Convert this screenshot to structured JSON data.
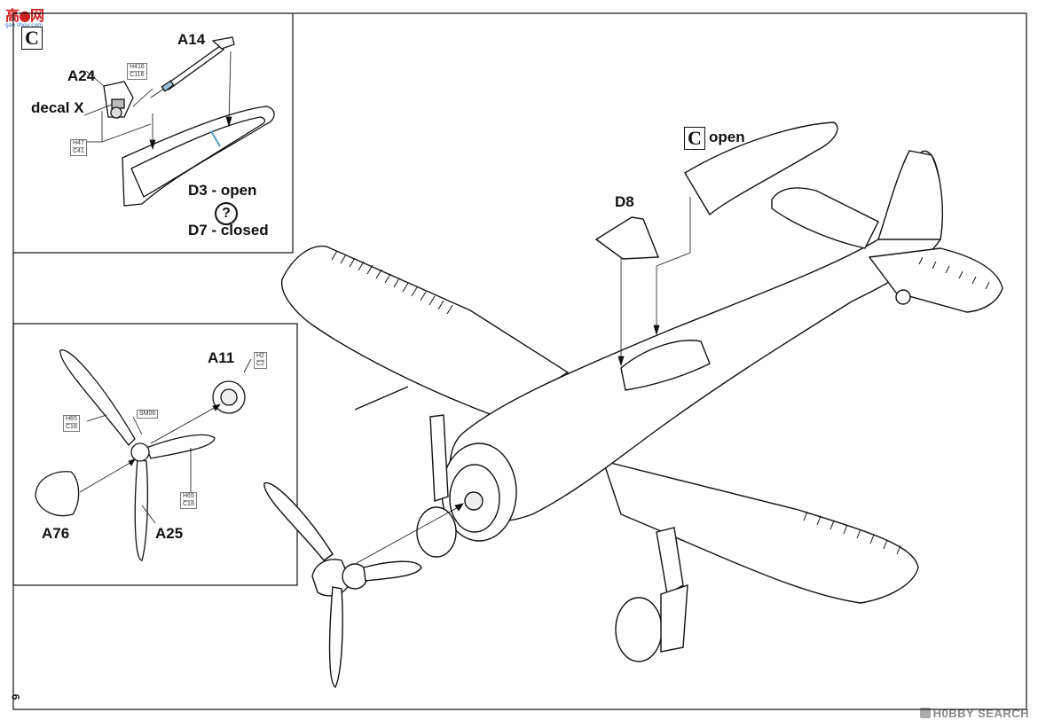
{
  "page": {
    "number": "6"
  },
  "logo": {
    "text": "高●网",
    "subtext": "gao.shou.com"
  },
  "watermark": {
    "text": "H0BBY SEARCH"
  },
  "canopy_panel": {
    "assembly_letter": "C",
    "labels": {
      "a14": "A14",
      "a24": "A24",
      "decal": "decal X",
      "d3": "D3 - open",
      "d7": "D7 - closed"
    },
    "question_mark": "?",
    "paint_codes": {
      "a14": [
        "H416",
        "C116"
      ],
      "a24": [
        "H47",
        "C41"
      ]
    }
  },
  "prop_panel": {
    "labels": {
      "a11": "A11",
      "a76": "A76",
      "a25": "A25"
    },
    "paint_codes": {
      "a11": [
        "H2",
        "C2"
      ],
      "blade": [
        "H65",
        "C18"
      ],
      "hub": [
        "SM06"
      ],
      "blade2": [
        "H65",
        "C18"
      ]
    }
  },
  "main_view": {
    "labels": {
      "d8": "D8",
      "open": "open"
    },
    "assembly_letter": "C"
  }
}
